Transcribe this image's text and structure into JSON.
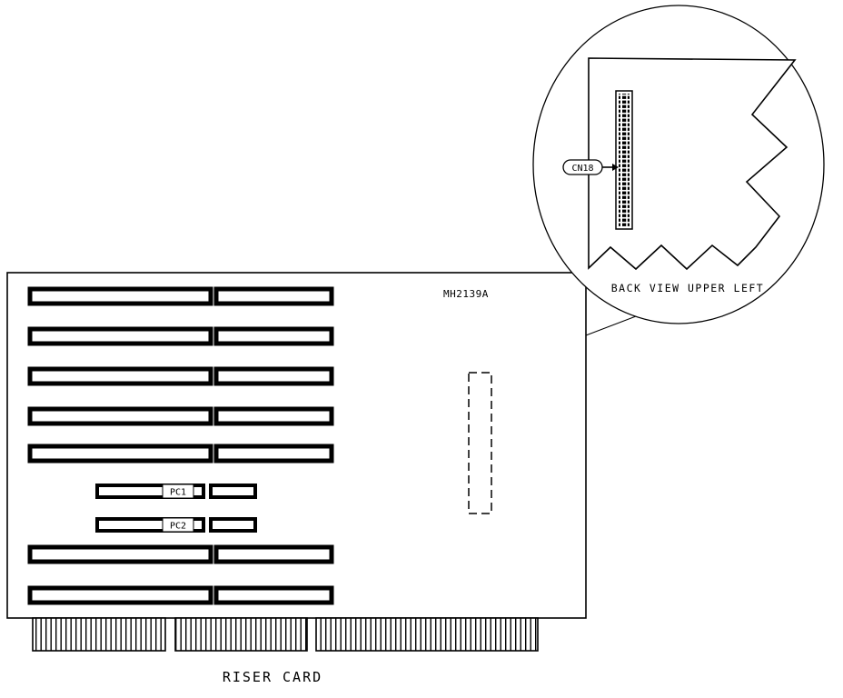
{
  "diagram": {
    "caption": "RISER CARD",
    "part_number": "MH2139A",
    "connector_labels": {
      "pc1": "PC1",
      "pc2": "PC2",
      "cn18": "CN18"
    },
    "callout": {
      "back_view_label": "BACK VIEW UPPER LEFT"
    },
    "colors": {
      "line": "#000000",
      "background": "#ffffff"
    }
  }
}
